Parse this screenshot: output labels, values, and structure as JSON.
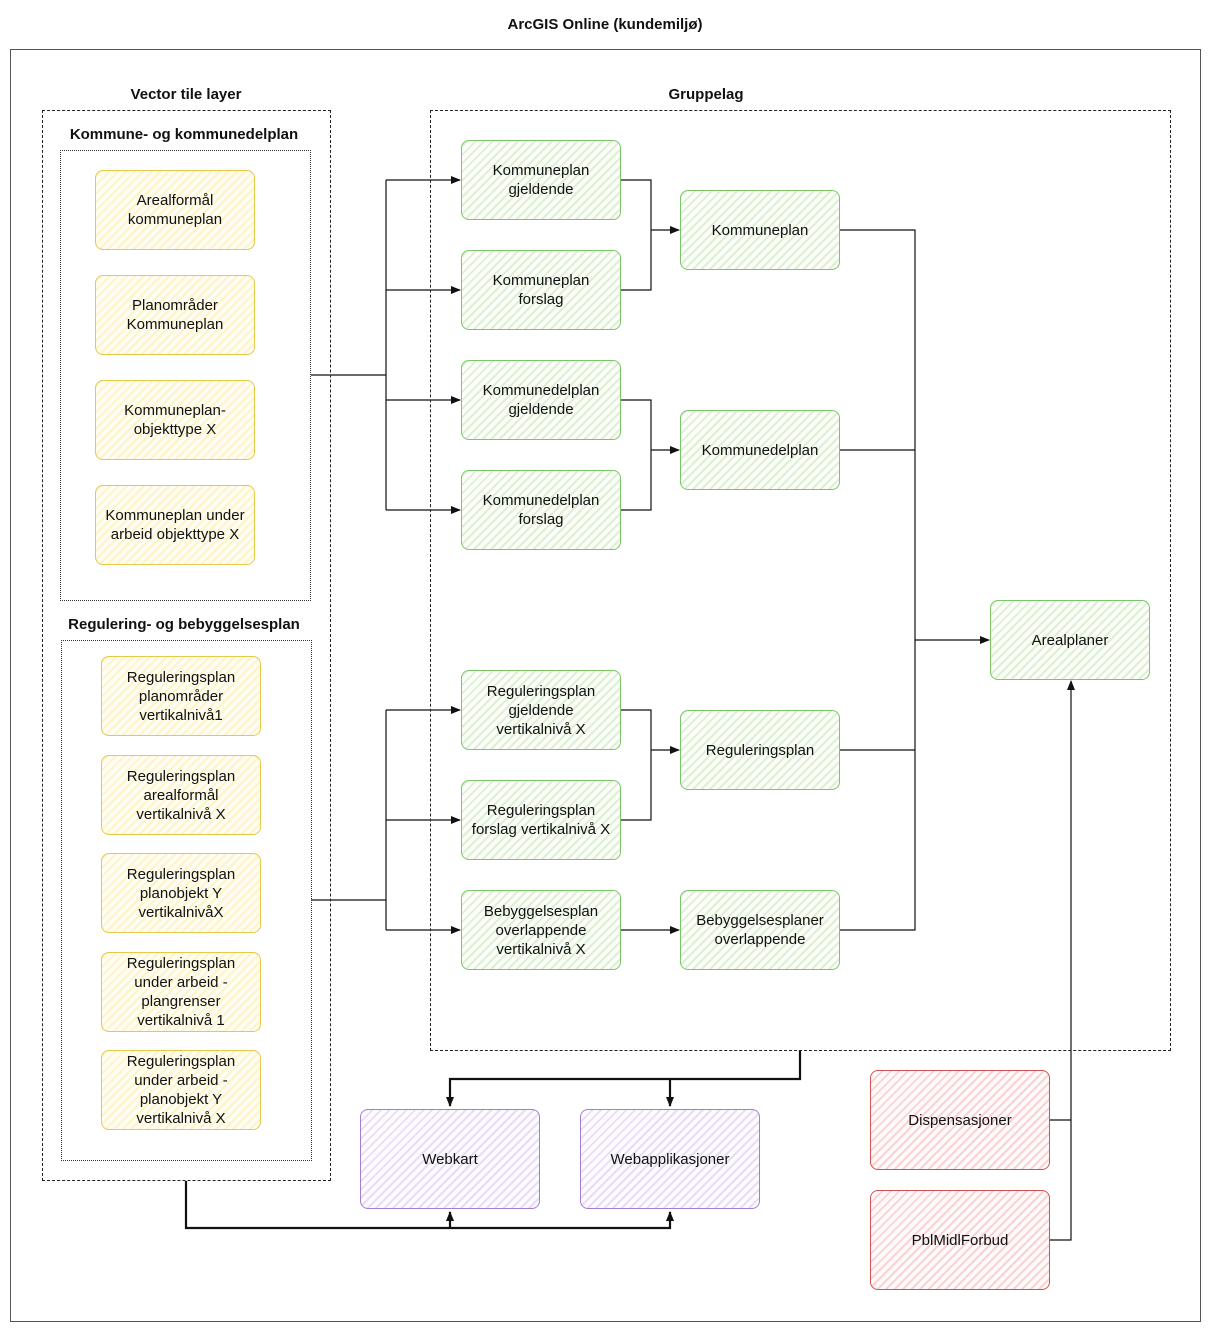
{
  "title": "ArcGIS Online (kundemiljø)",
  "vector_tile": {
    "label": "Vector tile layer",
    "kommune": {
      "label": "Kommune- og kommunedelplan",
      "items": [
        "Arealformål\nkommuneplan",
        "Planområder\nKommuneplan",
        "Kommuneplan-\nobjekttype X",
        "Kommuneplan under\narbeid objekttype X"
      ]
    },
    "regulering": {
      "label": "Regulering- og bebyggelsesplan",
      "items": [
        "Reguleringsplan\nplanområder\nvertikalnivå1",
        "Reguleringsplan\narealformål\nvertikalnivå X",
        "Reguleringsplan\nplanobjekt Y\nvertikalnivåX",
        "Reguleringsplan\nunder arbeid -\nplangrenser\nvertikalnivå 1",
        "Reguleringsplan\nunder arbeid -\nplanobjekt Y\nvertikalnivå X"
      ]
    }
  },
  "gruppelag": {
    "label": "Gruppelag",
    "sources": [
      "Kommuneplan\ngjeldende",
      "Kommuneplan\nforslag",
      "Kommunedelplan\ngjeldende",
      "Kommunedelplan\nforslag",
      "Reguleringsplan\ngjeldende\nvertikalnivå X",
      "Reguleringsplan\nforslag vertikalnivå X",
      "Bebyggelsesplan\noverlappende\nvertikalnivå X"
    ],
    "groups": [
      "Kommuneplan",
      "Kommunedelplan",
      "Reguleringsplan",
      "Bebyggelsesplaner\noverlappende"
    ]
  },
  "arealplaner": "Arealplaner",
  "apps": [
    "Webkart",
    "Webapplikasjoner"
  ],
  "external": [
    "Dispensasjoner",
    "PblMidlForbud"
  ],
  "colors": {
    "vector_layer": "#e6c84a",
    "group_layer": "#7cc56a",
    "application": "#a57dd0",
    "external_layer": "#d65252"
  }
}
